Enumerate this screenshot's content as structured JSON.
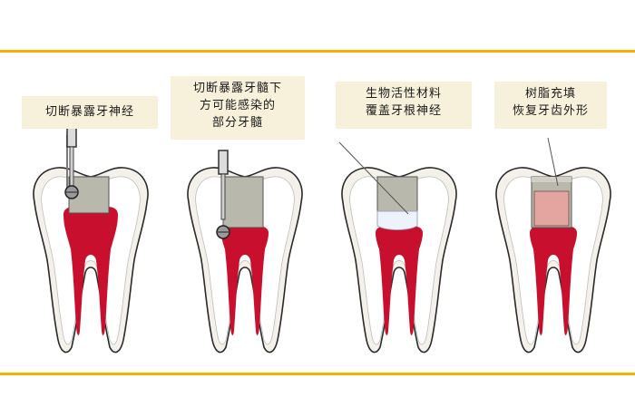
{
  "colors": {
    "rule": "#f0b400",
    "label_bg": "#f7f1dc",
    "enamel": "#f3f1ea",
    "dentin": "#ffffff",
    "pulp": "#c8102e",
    "pulp_pale": "#f3d6da",
    "cavity": "#b9b8ad",
    "capping": "#eef3fb",
    "resin": "#e3a5a0"
  },
  "steps": [
    {
      "label_lines": [
        "切断暴露牙神经"
      ]
    },
    {
      "label_lines": [
        "切断暴露牙髓下",
        "方可能感染的",
        "部分牙髓"
      ]
    },
    {
      "label_lines": [
        "生物活性材料",
        "覆盖牙根神经"
      ]
    },
    {
      "label_lines": [
        "树脂充填",
        "恢复牙齿外形"
      ]
    }
  ]
}
